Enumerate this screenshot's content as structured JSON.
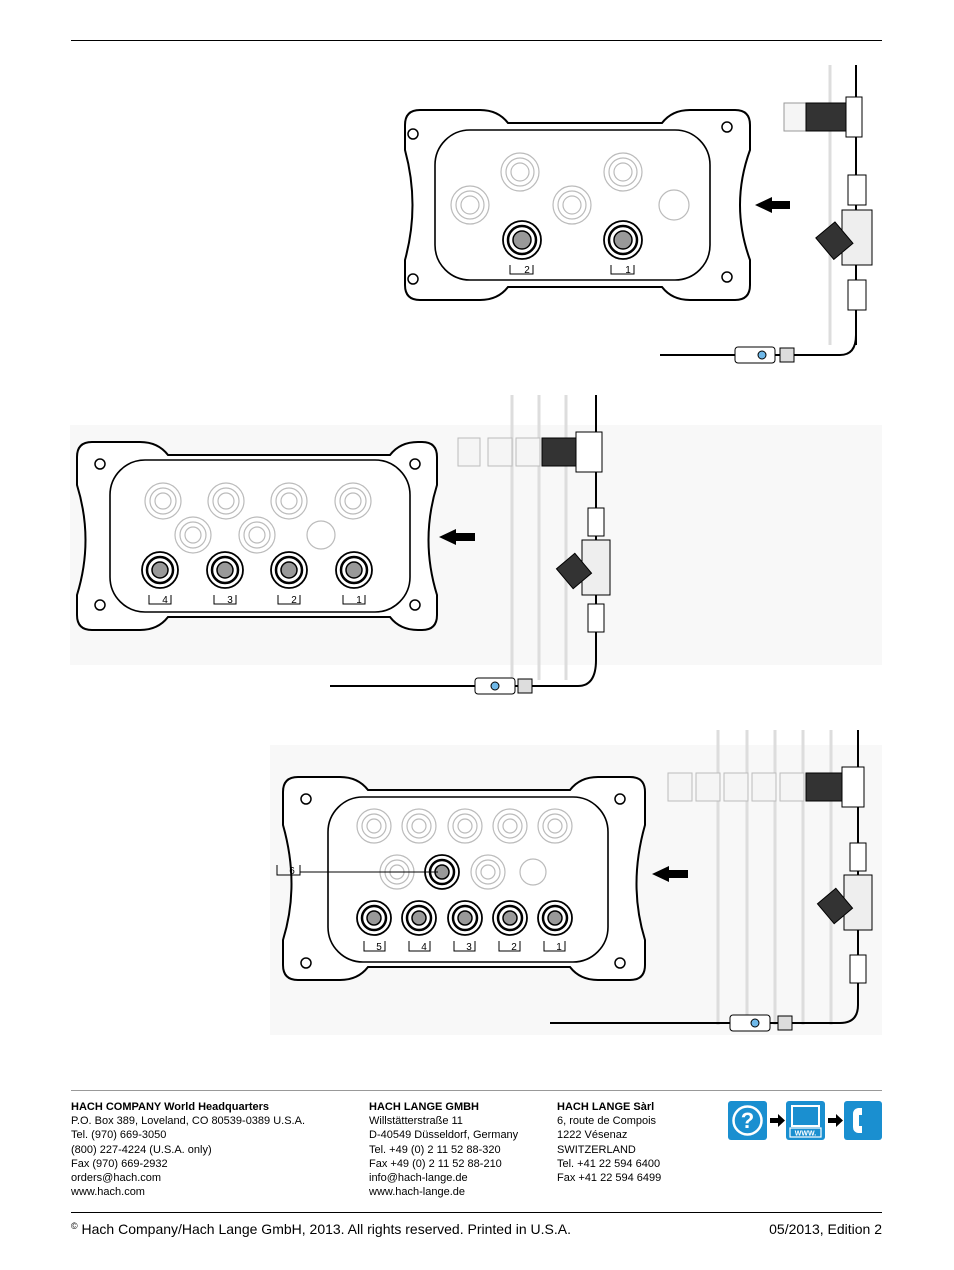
{
  "figures": {
    "fig1": {
      "active_labels": [
        "2",
        "1"
      ]
    },
    "fig2": {
      "active_labels": [
        "4",
        "3",
        "2",
        "1"
      ]
    },
    "fig3": {
      "active_labels": [
        "5",
        "4",
        "3",
        "2",
        "1"
      ],
      "callout_label": "6"
    }
  },
  "footer": {
    "hach_company": {
      "title": "HACH COMPANY World Headquarters",
      "lines": [
        "P.O. Box 389, Loveland, CO 80539-0389 U.S.A.",
        "Tel. (970) 669-3050",
        "(800) 227-4224 (U.S.A. only)",
        "Fax (970) 669-2932",
        "orders@hach.com",
        "www.hach.com"
      ]
    },
    "hach_lange_gmbh": {
      "title": "HACH LANGE GMBH",
      "lines": [
        "Willstätterstraße 11",
        "D-40549 Düsseldorf, Germany",
        "Tel. +49 (0) 2 11 52 88-320",
        "Fax +49 (0) 2 11 52 88-210",
        "info@hach-lange.de",
        "www.hach-lange.de"
      ]
    },
    "hach_lange_sarl": {
      "title": "HACH LANGE Sàrl",
      "lines": [
        "6, route de Compois",
        "1222 Vésenaz",
        "SWITZERLAND",
        "Tel. +41 22 594 6400",
        "Fax +41 22 594 6499"
      ]
    },
    "support_icons": [
      "question-mark-icon",
      "arrow-right-icon",
      "computer-www-icon",
      "arrow-right-icon",
      "telephone-icon"
    ],
    "support_icon_text": "WWW.",
    "icon_color": "#1a8fd0"
  },
  "bottom": {
    "copyright_symbol": "©",
    "copyright": "Hach Company/Hach Lange GmbH, 2013. All rights reserved. Printed in U.S.A.",
    "edition": "05/2013, Edition 2"
  }
}
